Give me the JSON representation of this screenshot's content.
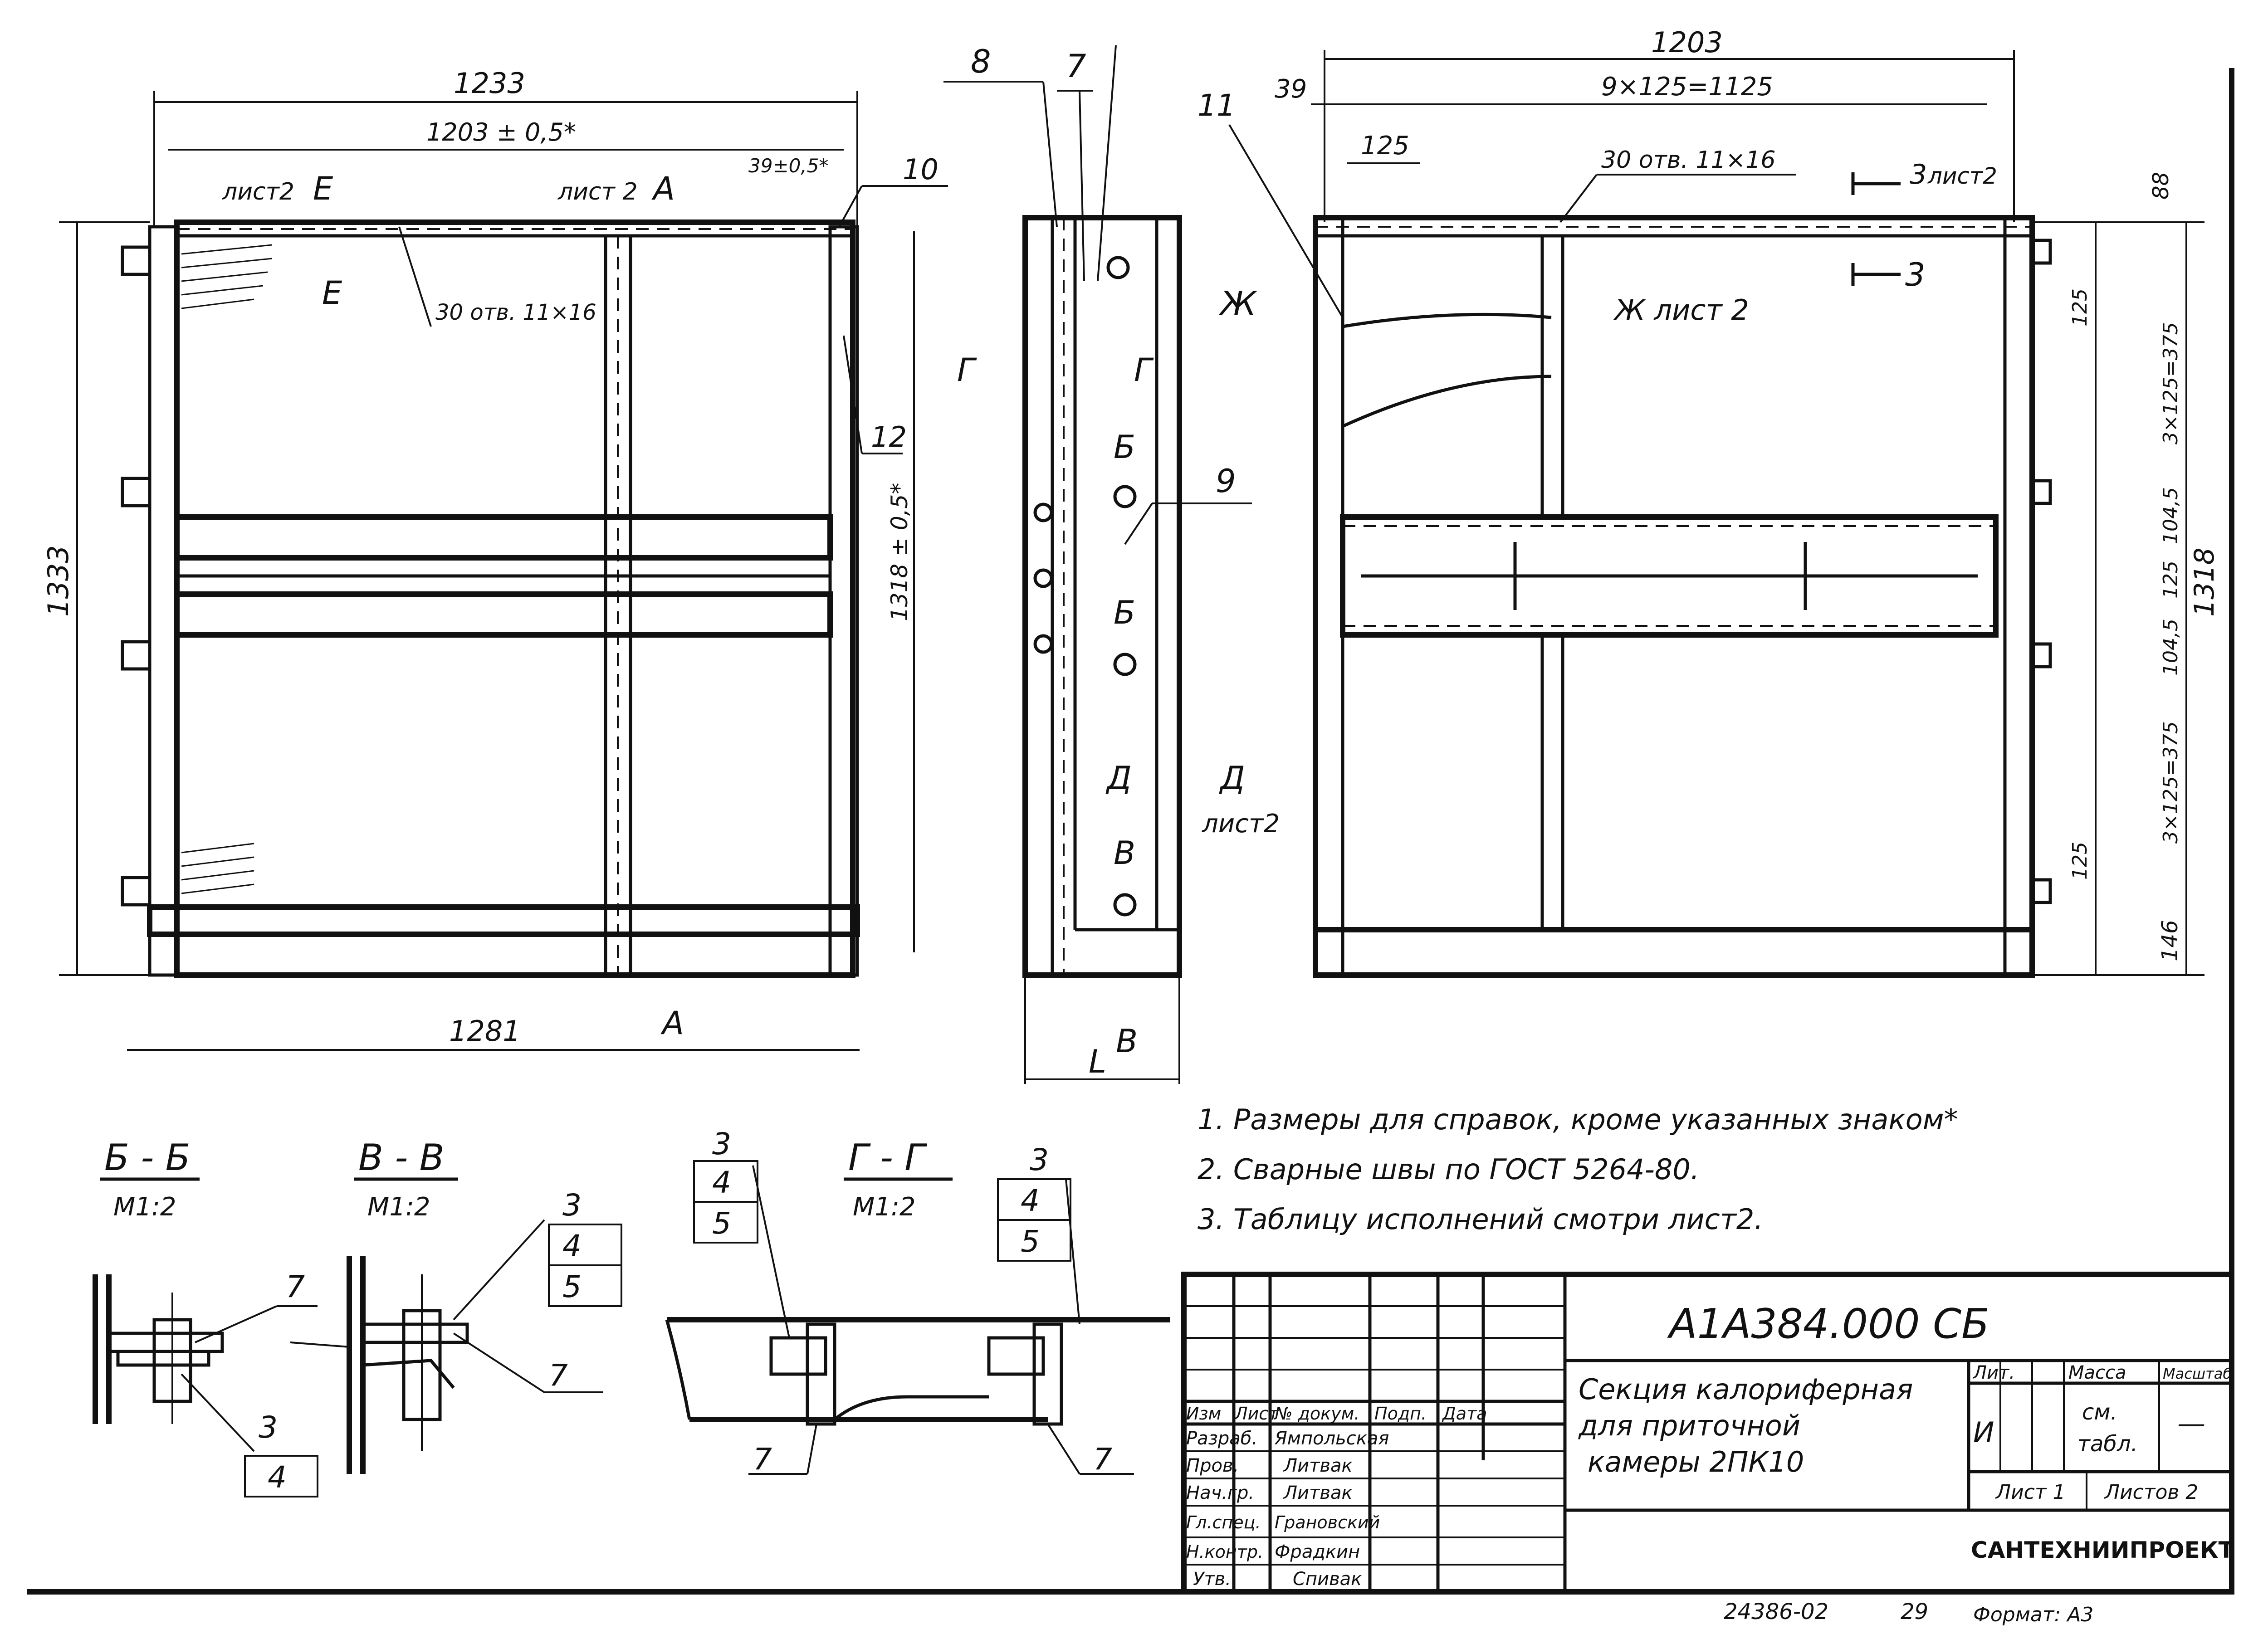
{
  "front_view": {
    "dim_overall_width": "1233",
    "dim_inner_width": "1203 ± 0,5*",
    "dim_bottom_width": "1281",
    "dim_height": "1333",
    "dim_inner_height": "1318 ± 0,5*",
    "dim_offset": "39±0,5*",
    "section_e_label": "Е",
    "section_e_sheet": "лист2",
    "view_a_label": "А",
    "view_a_sheet": "лист 2",
    "holes_note": "30 отв. 11×16",
    "callout_10": "10",
    "callout_12": "12"
  },
  "side_view": {
    "callout_8": "8",
    "callout_7": "7",
    "callout_9": "9",
    "sec_g": "Г",
    "sec_b": "Б",
    "sec_d": "Д",
    "sec_d_sheet": "лист2",
    "sec_v": "В",
    "dim_l": "L"
  },
  "right_view": {
    "dim_width": "1203",
    "dim_pitch": "9×125=1125",
    "dim_39": "39",
    "dim_125": "125",
    "holes_note": "30 отв. 11×16",
    "callout_11": "11",
    "sec_3_label": "3",
    "sec_3_sheet": "лист2",
    "sec_zh": "Ж",
    "sec_zh_sheet": "Ж лист 2",
    "dim_88": "88",
    "dim_125a": "125",
    "dim_3x125a": "3×125=375",
    "dim_104a": "104,5",
    "dim_125b": "125",
    "dim_104b": "104,5",
    "dim_3x125b": "3×125=375",
    "dim_125c": "125",
    "dim_146": "146",
    "dim_1318": "1318"
  },
  "sections": {
    "bb_title": "Б - Б",
    "bb_scale": "М1:2",
    "vv_title": "В - В",
    "vv_scale": "М1:2",
    "gg_title": "Г - Г",
    "gg_scale": "М1:2",
    "n3": "3",
    "n4": "4",
    "n5": "5",
    "n7": "7"
  },
  "notes": [
    "1. Размеры для справок, кроме указанных знаком*",
    "2. Сварные швы по ГОСТ 5264-80.",
    "3. Таблицу исполнений смотри лист2."
  ],
  "title_block": {
    "doc_number": "А1А384.000 СБ",
    "title_lines": [
      "Секция калориферная",
      "для приточной",
      "камеры 2ПК10"
    ],
    "col_headers": [
      "Изм",
      "Лист",
      "№ докум.",
      "Подп.",
      "Дата"
    ],
    "rows": [
      {
        "role": "Разраб.",
        "name": "Ямпольская"
      },
      {
        "role": "Пров.",
        "name": "Литвак"
      },
      {
        "role": "Нач.гр.",
        "name": "Литвак"
      },
      {
        "role": "Гл.спец.",
        "name": "Грановский"
      },
      {
        "role": "Н.контр.",
        "name": "Фрадкин"
      },
      {
        "role": "Утв.",
        "name": "Спивак"
      }
    ],
    "lit_header": "Лит.",
    "mass_header": "Масса",
    "scale_header": "Масштаб",
    "lit_value": "И",
    "mass_value_1": "см.",
    "mass_value_2": "табл.",
    "scale_value": "—",
    "sheet": "Лист 1",
    "sheets": "Листов 2",
    "org": "САНТЕХНИИПРОЕКТ",
    "archive_no": "24386-02",
    "archive_page": "29",
    "format": "Формат: А3"
  }
}
